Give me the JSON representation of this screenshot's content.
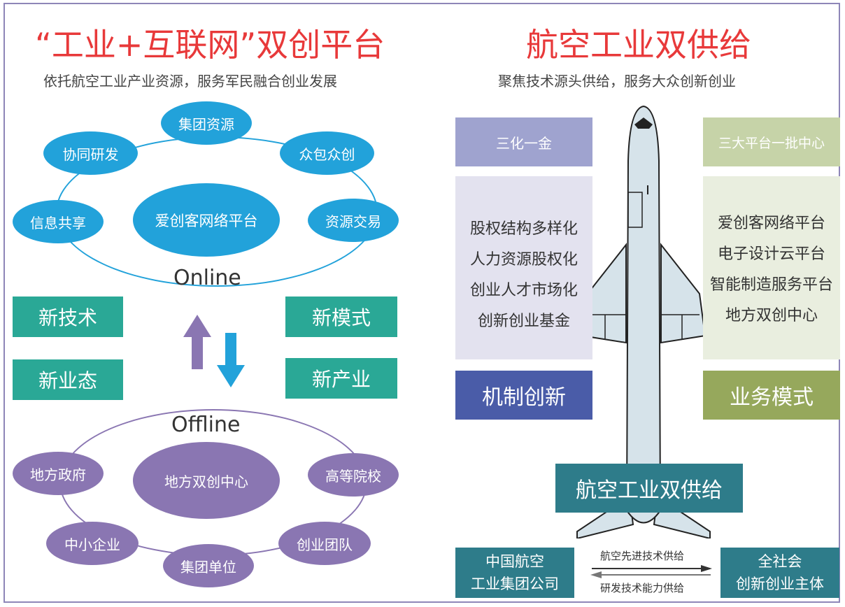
{
  "left": {
    "title": "“工业+互联网”双创平台",
    "subtitle": "依托航空工业产业资源，服务军民融合创业发展",
    "online": {
      "label": "Online",
      "center": "爱创客网络平台",
      "nodes": [
        "集团资源",
        "众包众创",
        "资源交易",
        "信息共享",
        "协同研发"
      ]
    },
    "offline": {
      "label": "Offline",
      "center": "地方双创中心",
      "nodes": [
        "地方政府",
        "高等院校",
        "创业团队",
        "集团单位",
        "中小企业"
      ]
    },
    "boxes": [
      "新技术",
      "新模式",
      "新业态",
      "新产业"
    ]
  },
  "right": {
    "title": "航空工业双供给",
    "subtitle": "聚焦技术源头供给，服务大众创新创业",
    "left_top": "三化一金",
    "left_list": [
      "股权结构多样化",
      "人力资源股权化",
      "创业人才市场化",
      "创新创业基金"
    ],
    "left_bottom": "机制创新",
    "right_top": "三大平台一批中心",
    "right_list": [
      "爱创客网络平台",
      "电子设计云平台",
      "智能制造服务平台",
      "地方双创中心"
    ],
    "right_bottom": "业务模式",
    "center_label": "航空工业双供给",
    "supplier": "中国航空\n工业集团公司",
    "receiver": "全社会\n创新创业主体",
    "flow_top": "航空先进技术供给",
    "flow_bottom": "研发技术能力供给"
  },
  "colors": {
    "title_red": "#e8393a",
    "blue": "#22a2da",
    "purple": "#8a76b2",
    "teal": "#2aa896",
    "dark_teal": "#2e7c8a",
    "navy": "#4a5ca8",
    "olive": "#96a85c"
  }
}
